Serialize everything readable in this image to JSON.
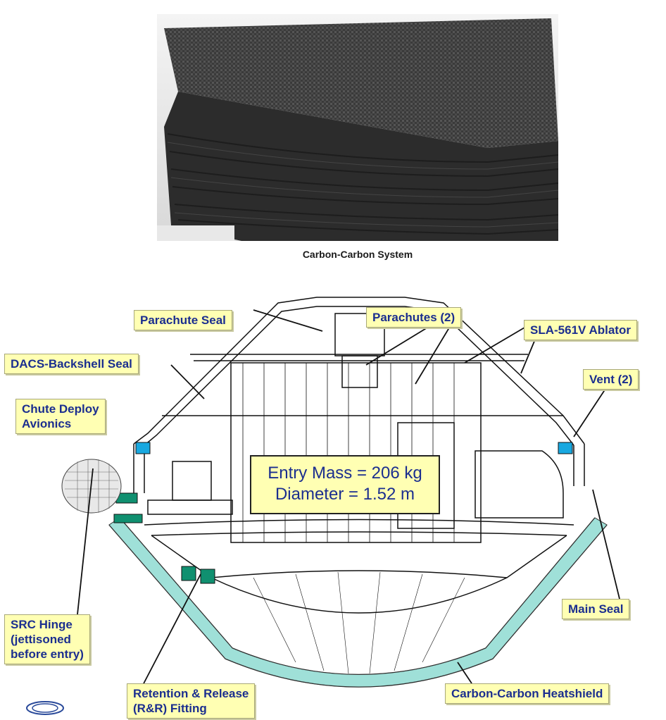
{
  "photo": {
    "caption": "Carbon-Carbon System"
  },
  "diagram": {
    "center_box": {
      "line1": "Entry Mass = 206 kg",
      "line2": "Diameter = 1.52 m"
    },
    "labels": {
      "parachute_seal": "Parachute Seal",
      "parachutes": "Parachutes (2)",
      "sla_ablator": "SLA-561V Ablator",
      "dacs_seal": "DACS-Backshell Seal",
      "vent": "Vent (2)",
      "chute_deploy_1": "Chute Deploy",
      "chute_deploy_2": "Avionics",
      "src_hinge_1": "SRC Hinge",
      "src_hinge_2": "(jettisoned",
      "src_hinge_3": "before entry)",
      "main_seal": "Main Seal",
      "rr_fitting_1": "Retention & Release",
      "rr_fitting_2": "(R&R) Fitting",
      "heatshield": "Carbon-Carbon Heatshield"
    },
    "colors": {
      "label_fill": "#ffffb3",
      "label_text": "#1b2e8f",
      "heatshield": "#9fe0d8",
      "vent": "#18a8e0",
      "fitting": "#109070"
    }
  }
}
